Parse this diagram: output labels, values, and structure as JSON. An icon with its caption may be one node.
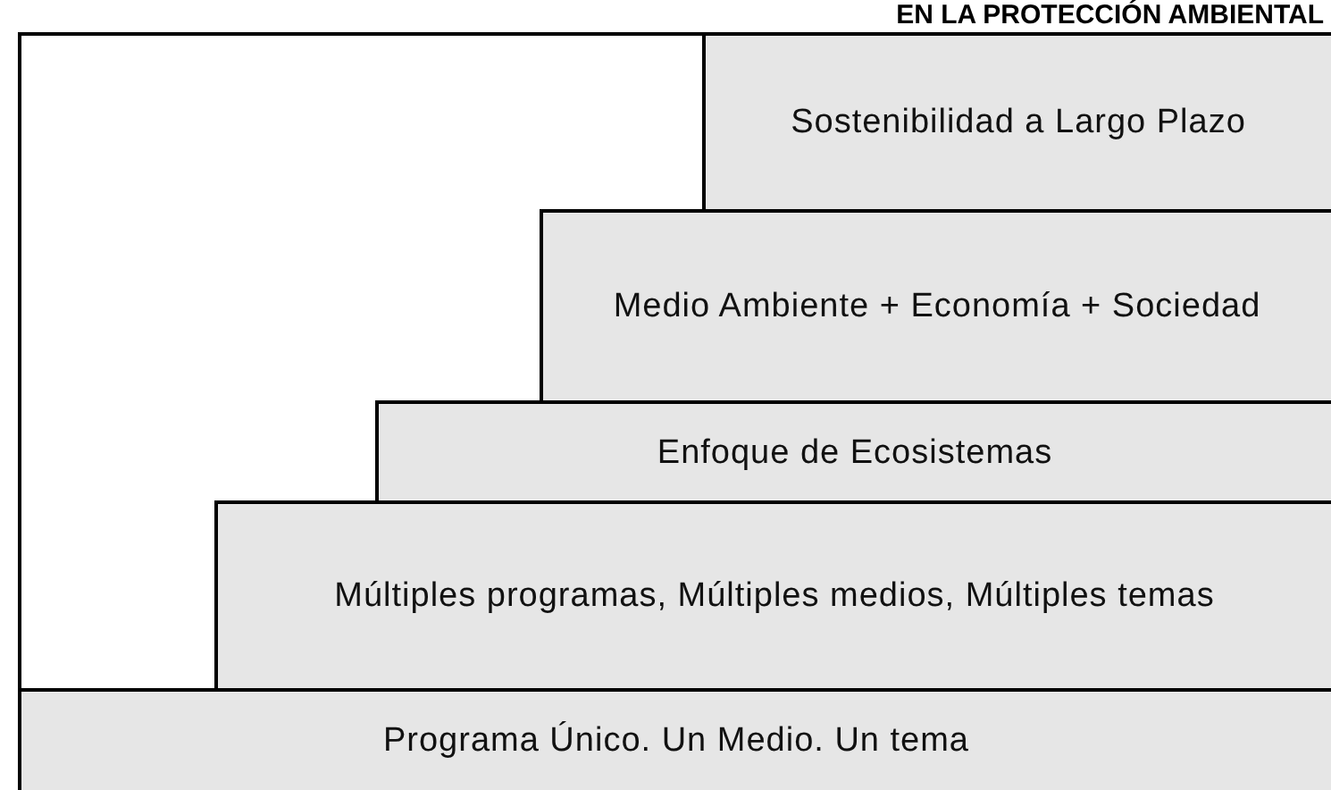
{
  "diagram": {
    "title": "EN LA PROTECCIÓN AMBIENTAL",
    "nodes": [
      {
        "text": [
          "Sostenibilidad a Largo Plazo"
        ]
      },
      {
        "text": [
          "Medio Ambiente + Economía + Sociedad"
        ]
      },
      {
        "text": [
          "Enfoque de Ecosistemas"
        ]
      },
      {
        "text": [
          "Múltiples programas, Múltiples medios, Múltiples temas"
        ]
      },
      {
        "text": [
          "Programa Único. Un Medio. Un tema"
        ]
      }
    ]
  }
}
